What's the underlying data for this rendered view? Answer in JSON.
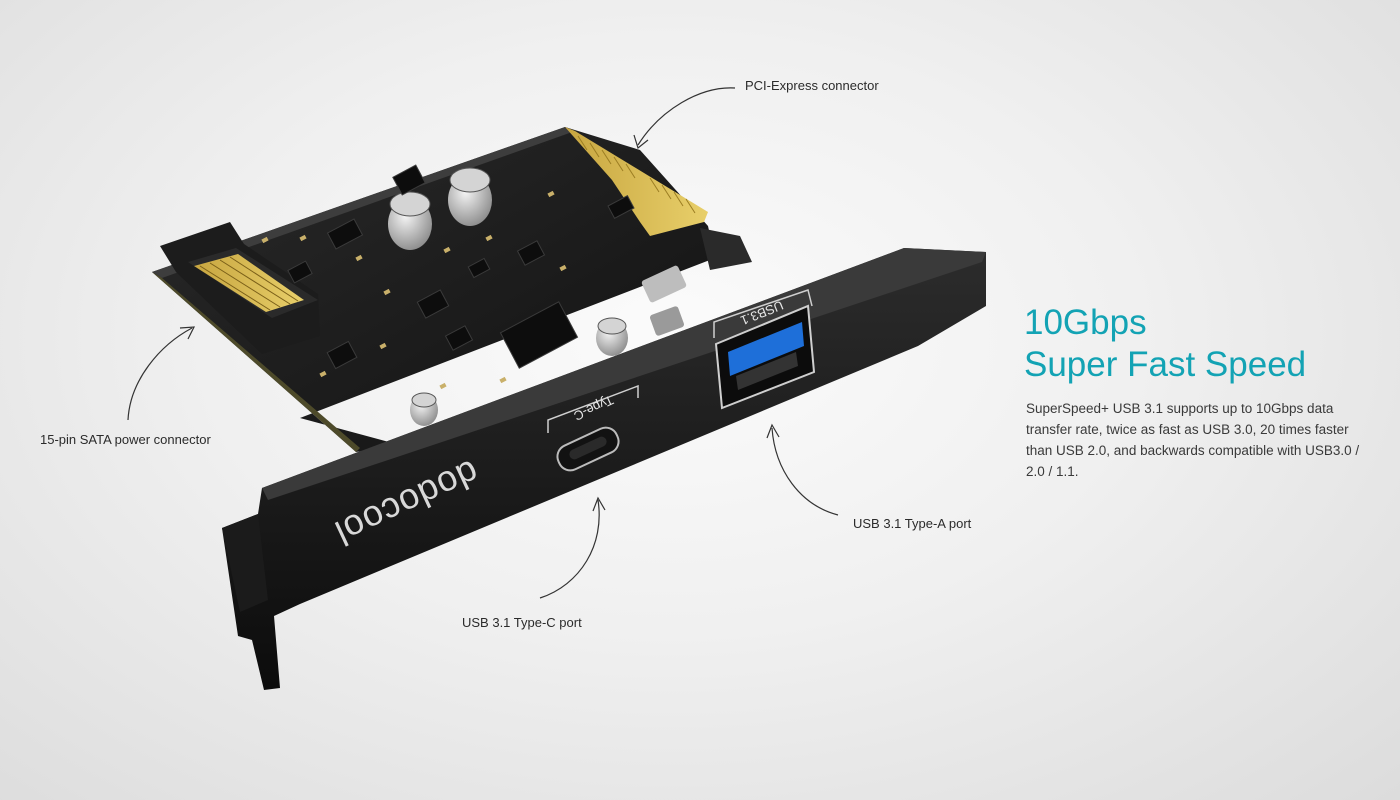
{
  "callouts": {
    "pcie": "PCI-Express connector",
    "sata": "15-pin SATA power connector",
    "type_c": "USB 3.1 Type-C port",
    "type_a": "USB 3.1 Type-A port"
  },
  "board_labels": {
    "brand": "dodocool",
    "type_c": "Type-C",
    "usb": "USB3.1"
  },
  "headline": {
    "line1": "10Gbps",
    "line2": "Super Fast Speed"
  },
  "description": "SuperSpeed+ USB 3.1 supports up to 10Gbps data transfer rate, twice as fast as USB 3.0, 20 times faster than USB 2.0, and backwards compatible with USB3.0 / 2.0 / 1.1.",
  "colors": {
    "accent": "#13a3b4",
    "usb_blue": "#1e6fd9",
    "pcb": "#1a1a1a"
  }
}
